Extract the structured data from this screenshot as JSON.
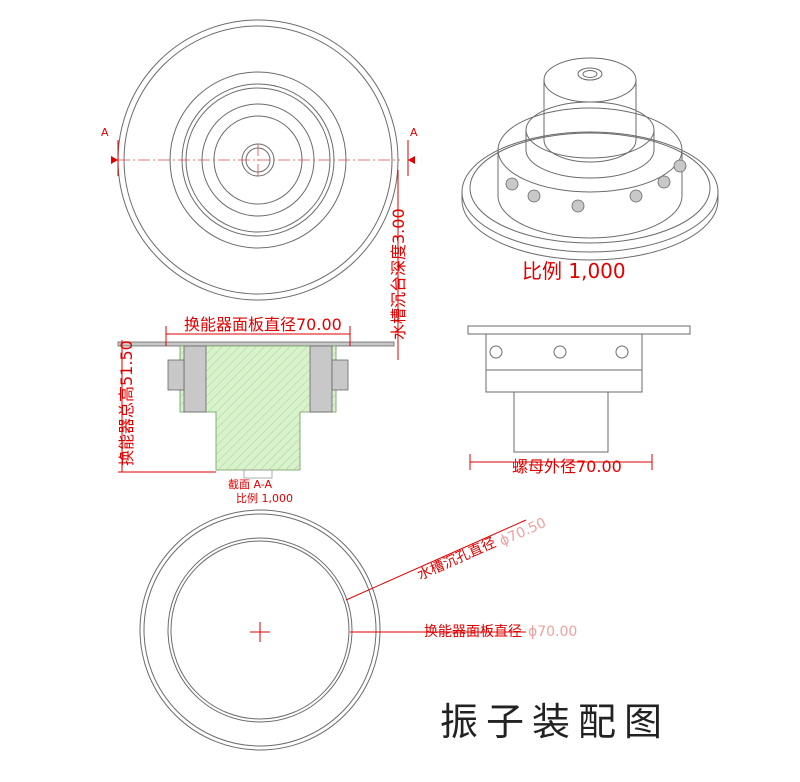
{
  "section_mark_left": "A",
  "section_mark_right": "A",
  "depth_label": "水槽沉台深度3.00",
  "scale_label_iso": "比例 1,000",
  "panel_dia_label": "换能器面板直径70.00",
  "height_label": "换能器总高51.50",
  "section_name": "截面  A-A",
  "section_scale": "比例 1,000",
  "nut_dia_label": "螺母外径70.00",
  "sink_hole_label": "水槽沉孔直径",
  "sink_hole_value": "ϕ70.50",
  "panel_dia_label_2": "换能器面板直径",
  "panel_dia_value": "ϕ70.00",
  "title": "振子装配图",
  "colors": {
    "dimension": "#e00000",
    "outline": "#6b6b6b",
    "section_fill": "#d8f2cc"
  }
}
